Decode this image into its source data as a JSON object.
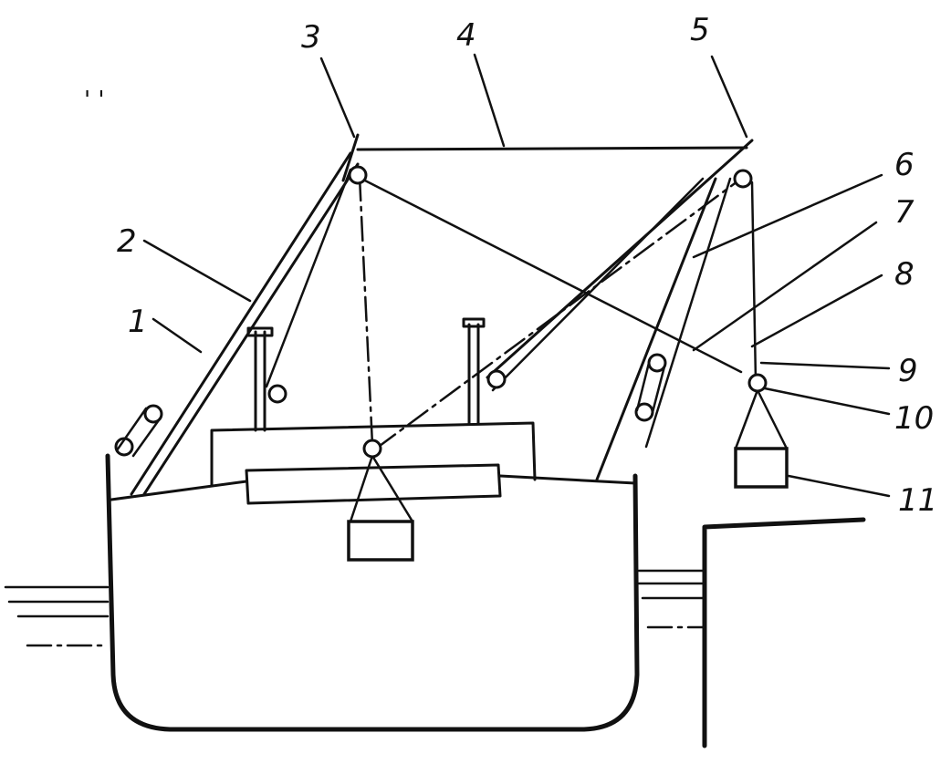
{
  "labels": {
    "l1": "1",
    "l2": "2",
    "l3": "3",
    "l4": "4",
    "l5": "5",
    "l6": "6",
    "l7": "7",
    "l8": "8",
    "l9": "9",
    "l10": "10",
    "l11": "11"
  },
  "corner_mark": "' '"
}
